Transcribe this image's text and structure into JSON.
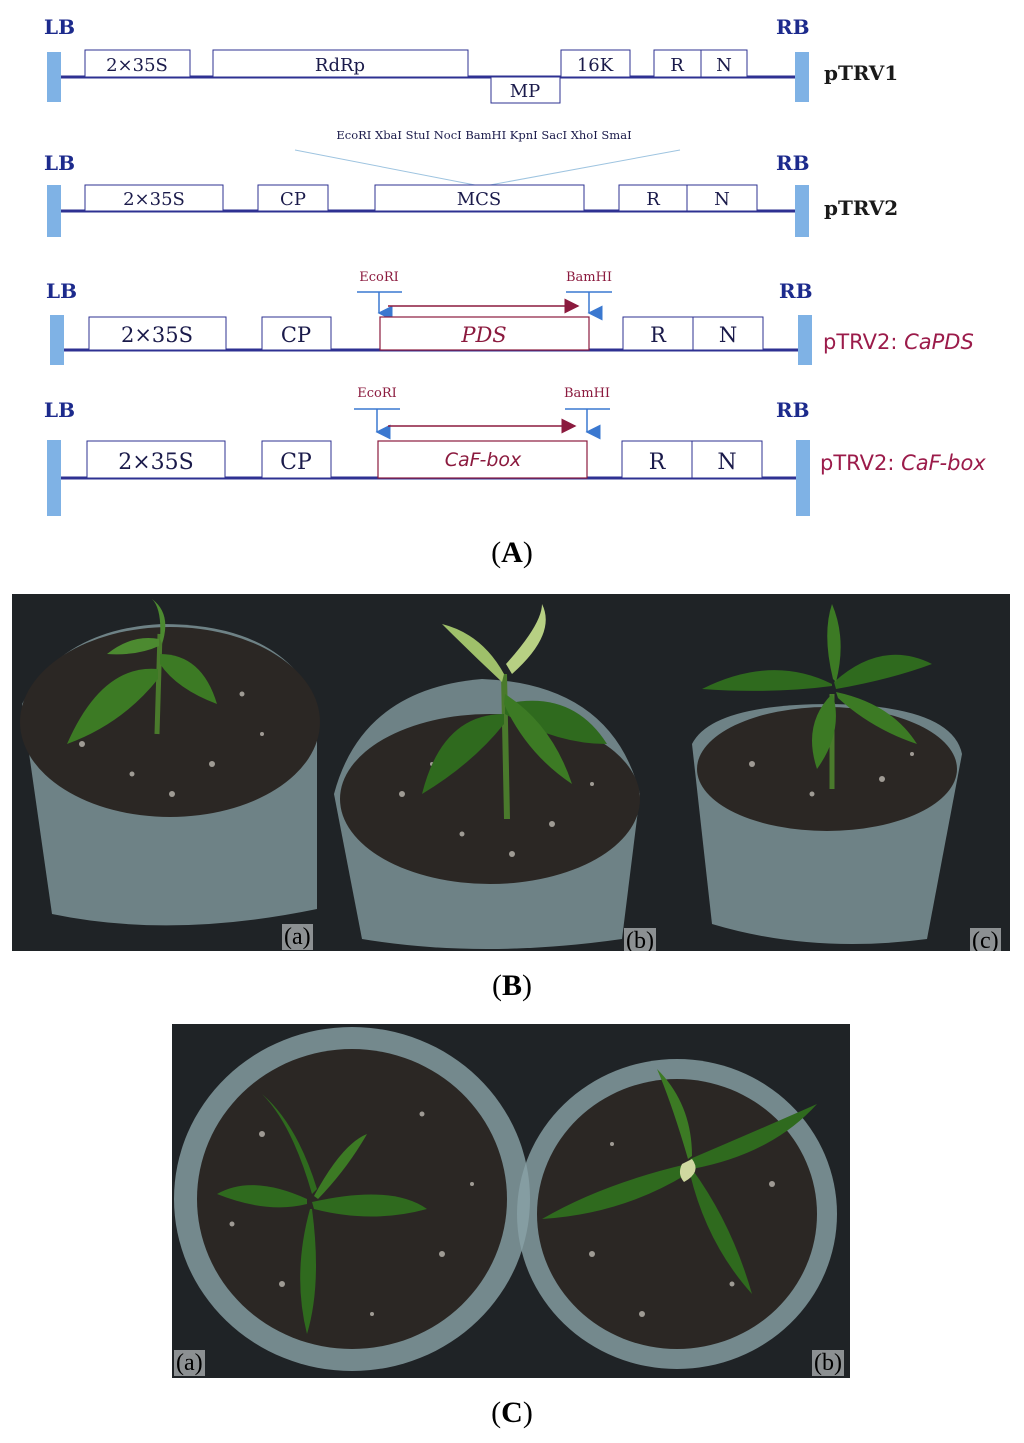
{
  "panel_A": {
    "label_letter": "A",
    "constructs": [
      {
        "name": "pTRV1",
        "name_color": "#1a1a1a",
        "lb": "LB",
        "rb": "RB",
        "elements": [
          "2×35S",
          "RdRp",
          "MP",
          "16K",
          "R",
          "N"
        ]
      },
      {
        "name": "pTRV2",
        "name_color": "#1a1a1a",
        "lb": "LB",
        "rb": "RB",
        "mcs_sites": "EcoRI XbaI StuI NocI BamHI KpnI SacI XhoI SmaI",
        "elements": [
          "2×35S",
          "CP",
          "MCS",
          "R",
          "N"
        ]
      },
      {
        "name": "pTRV2: CaPDS",
        "name_prefix": "pTRV2: ",
        "name_italic": "CaPDS",
        "name_color": "#9b1b4a",
        "lb": "LB",
        "rb": "RB",
        "left_site": "EcoRI",
        "right_site": "BamHI",
        "insert": "PDS",
        "elements": [
          "2×35S",
          "CP",
          "PDS",
          "R",
          "N"
        ]
      },
      {
        "name": "pTRV2: CaF-box",
        "name_prefix": "pTRV2: ",
        "name_italic": "CaF-box",
        "name_color": "#9b1b4a",
        "lb": "LB",
        "rb": "RB",
        "left_site": "EcoRI",
        "right_site": "BamHI",
        "insert": "CaF-box",
        "elements": [
          "2×35S",
          "CP",
          "CaF-box",
          "R",
          "N"
        ]
      }
    ],
    "colors": {
      "backbone": "#2e3192",
      "border_block": "#7fb2e5",
      "box_text": "#1a1a4a",
      "insert_text": "#8b1a3e",
      "arrow": "#8b1a3e",
      "site_arrow": "#3a78d0",
      "lb_rb": "#1c2a8c"
    }
  },
  "panel_B": {
    "label_letter": "B",
    "sublabels": [
      "(a)",
      "(b)",
      "(c)"
    ]
  },
  "panel_C": {
    "label_letter": "C",
    "sublabels": [
      "(a)",
      "(b)"
    ]
  }
}
